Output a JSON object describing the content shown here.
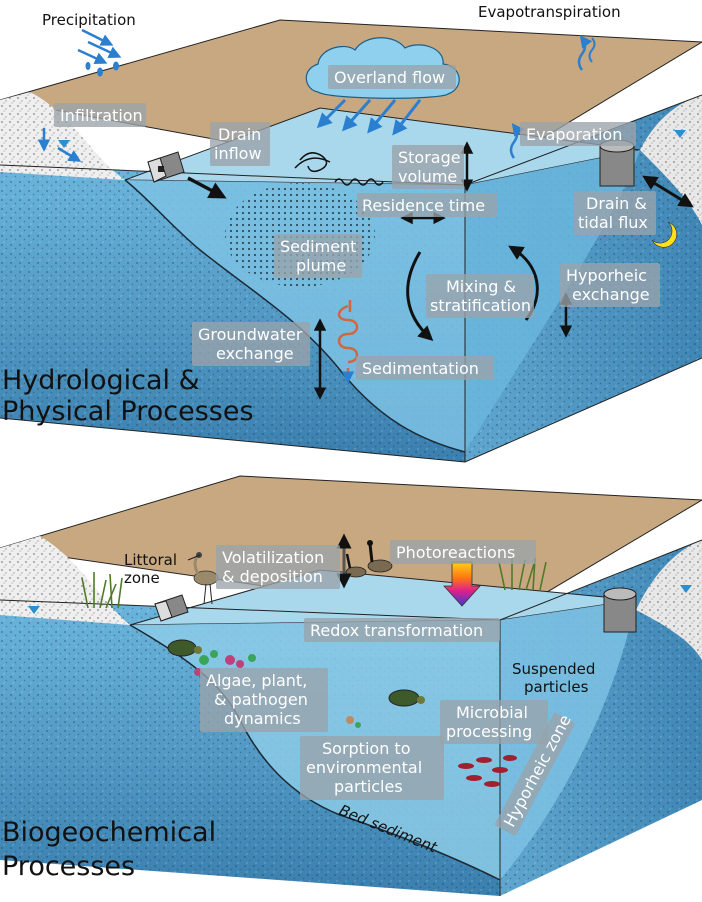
{
  "panel_top": {
    "title_line1": "Hydrological &",
    "title_line2": "Physical Processes",
    "labels": {
      "precipitation": "Precipitation",
      "evapotranspiration": "Evapotranspiration",
      "infiltration": "Infiltration",
      "overland_flow": "Overland flow",
      "drain_inflow_1": "Drain",
      "drain_inflow_2": "inflow",
      "evaporation": "Evaporation",
      "storage_volume_1": "Storage",
      "storage_volume_2": "volume",
      "residence_time": "Residence time",
      "drain_tidal_1": "Drain &",
      "drain_tidal_2": "tidal flux",
      "sediment_plume_1": "Sediment",
      "sediment_plume_2": "plume",
      "mixing_1": "Mixing &",
      "mixing_2": "stratification",
      "hyporheic_1": "Hyporheic",
      "hyporheic_2": "exchange",
      "groundwater_1": "Groundwater",
      "groundwater_2": "exchange",
      "sedimentation": "Sedimentation"
    }
  },
  "panel_bottom": {
    "title_line1": "Biogeochemical",
    "title_line2": "Processes",
    "labels": {
      "littoral_1": "Littoral",
      "littoral_2": "zone",
      "volatilization_1": "Volatilization",
      "volatilization_2": "& deposition",
      "photoreactions": "Photoreactions",
      "redox": "Redox transformation",
      "suspended_1": "Suspended",
      "suspended_2": "particles",
      "algae_1": "Algae, plant,",
      "algae_2": "& pathogen",
      "algae_3": "dynamics",
      "microbial_1": "Microbial",
      "microbial_2": "processing",
      "sorption_1": "Sorption to",
      "sorption_2": "environmental",
      "sorption_3": "particles",
      "hyporheic_zone": "Hyporheic zone",
      "bed_sediment": "Bed sediment"
    }
  },
  "colors": {
    "land": "#c8a880",
    "water_surface": "#a9d7ec",
    "water_side": "#5aa9d2",
    "soil": "#4f8fb8",
    "bank": "#efefef",
    "label_box": "#9aa3aa",
    "arrow_blue": "#2b7fd0",
    "cloud": "#8fd0ee",
    "accent_orange": "#d2663e"
  }
}
